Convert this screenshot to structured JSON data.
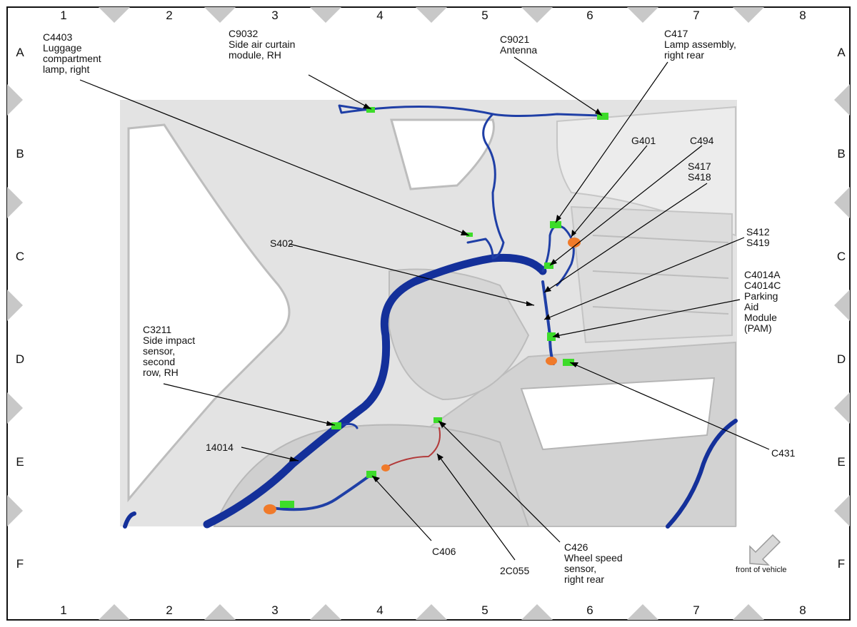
{
  "grid": {
    "columns": [
      "1",
      "2",
      "3",
      "4",
      "5",
      "6",
      "7",
      "8"
    ],
    "rows": [
      "A",
      "B",
      "C",
      "D",
      "E",
      "F"
    ]
  },
  "callouts": {
    "c4403": "C4403\nLuggage\ncompartment\nlamp, right",
    "c9032": "C9032\nSide air curtain\nmodule, RH",
    "c9021": "C9021\nAntenna",
    "c417": "C417\nLamp assembly,\nright rear",
    "g401": "G401",
    "c494": "C494",
    "s417_s418": "S417\nS418",
    "s412_s419": "S412\nS419",
    "s402": "S402",
    "c4014": "C4014A\nC4014C\nParking\nAid\nModule\n(PAM)",
    "c3211": "C3211\nSide impact\nsensor,\nsecond\nrow, RH",
    "n14014": "14014",
    "c431": "C431",
    "c406": "C406",
    "n2c055": "2C055",
    "c426": "C426\nWheel speed\nsensor,\nright rear"
  },
  "front_label": "front of vehicle",
  "colors": {
    "harness": "#1f3fa6",
    "connector": "#3ddc2a",
    "grommet": "#f07a2a",
    "wire_red": "#b23a3a",
    "body_panel": "#d9d9d9",
    "border": "#111111",
    "marker": "#c8c8c8"
  },
  "icons": {
    "front_arrow": "front-arrow-icon"
  }
}
